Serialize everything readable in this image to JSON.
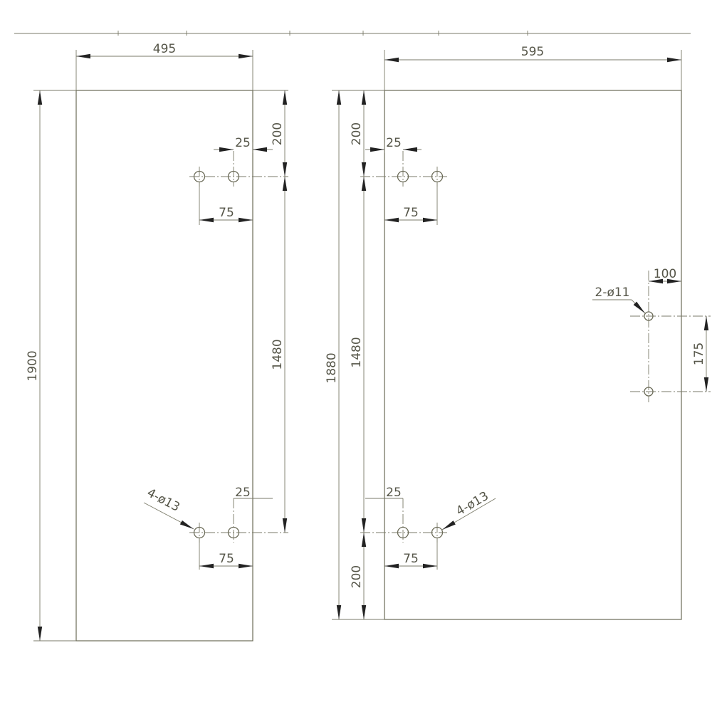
{
  "left_panel": {
    "width_label": "495",
    "height_label": "1900",
    "top_offset_label": "200",
    "hole_spacing_label": "1480",
    "top_edge_offset_label": "25",
    "top_hole_pitch_label": "75",
    "bottom_edge_offset_label": "25",
    "bottom_hole_pitch_label": "75",
    "hole_callout": "4-ø13"
  },
  "right_panel": {
    "width_label": "595",
    "height_label": "1880",
    "top_offset_label": "200",
    "hole_spacing_label": "1480",
    "bottom_offset_label": "200",
    "top_edge_offset_label": "25",
    "top_hole_pitch_label": "75",
    "bottom_edge_offset_label": "25",
    "bottom_hole_pitch_label": "75",
    "hole_callout": "4-ø13",
    "side_hole_callout": "2-ø11",
    "side_hole_offset_label": "100",
    "side_hole_spacing_label": "175"
  }
}
